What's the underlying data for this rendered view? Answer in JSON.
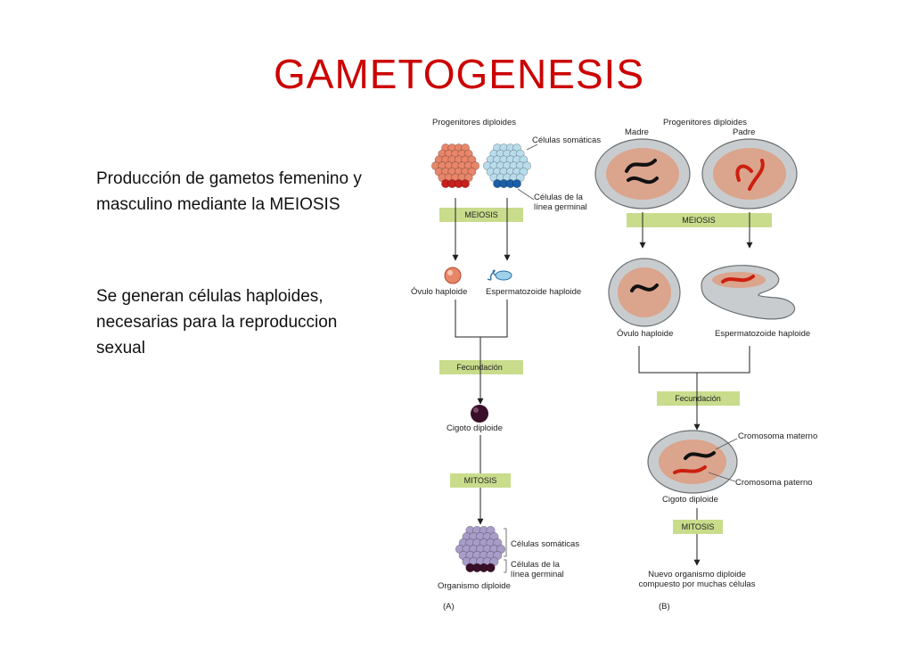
{
  "slide": {
    "title": "GAMETOGENESIS",
    "paragraph1": "Producción de gametos femenino y masculino mediante la MEIOSIS",
    "paragraph2": "Se generan células haploides, necesarias para la reproduccion sexual"
  },
  "figure": {
    "panel_a": {
      "progenitors_label": "Progenitores diploides",
      "somatic_cells_label": "Células somáticas",
      "germline_label_1": "Células de la",
      "germline_label_2": "línea germinal",
      "meiosis_label": "MEIOSIS",
      "ovule_label": "Óvulo haploide",
      "sperm_label": "Espermatozoide haploide",
      "fertilization_label": "Fecundación",
      "zygote_label": "Cigoto diploide",
      "mitosis_label": "MITOSIS",
      "organism_somatic_label": "Células somáticas",
      "organism_germline_label_1": "Células de la",
      "organism_germline_label_2": "línea germinal",
      "organism_label": "Organismo diploide",
      "panel_tag": "(A)"
    },
    "panel_b": {
      "progenitors_label": "Progenitores diploides",
      "mother_label": "Madre",
      "father_label": "Padre",
      "meiosis_label": "MEIOSIS",
      "ovule_label": "Óvulo haploide",
      "sperm_label": "Espermatozoide haploide",
      "fertilization_label": "Fecundación",
      "maternal_chromosome_label": "Cromosoma materno",
      "paternal_chromosome_label": "Cromosoma paterno",
      "zygote_label": "Cigoto diploide",
      "mitosis_label": "MITOSIS",
      "new_organism_label_1": "Nuevo organismo diploide",
      "new_organism_label_2": "compuesto por muchas células",
      "panel_tag": "(B)"
    },
    "colors": {
      "title": "#cc0000",
      "label_box": "#c8dc8c",
      "female_cell": "#e8866a",
      "female_germ": "#c8201c",
      "male_cell": "#b8dcec",
      "male_germ": "#1a5fa8",
      "zygote": "#3a0f2a",
      "organism": "#a89cc8",
      "cell_membrane": "#c9ccce",
      "cell_interior": "#dba48c",
      "maternal_chromosome": "#111111",
      "paternal_chromosome": "#cc1f10"
    }
  }
}
